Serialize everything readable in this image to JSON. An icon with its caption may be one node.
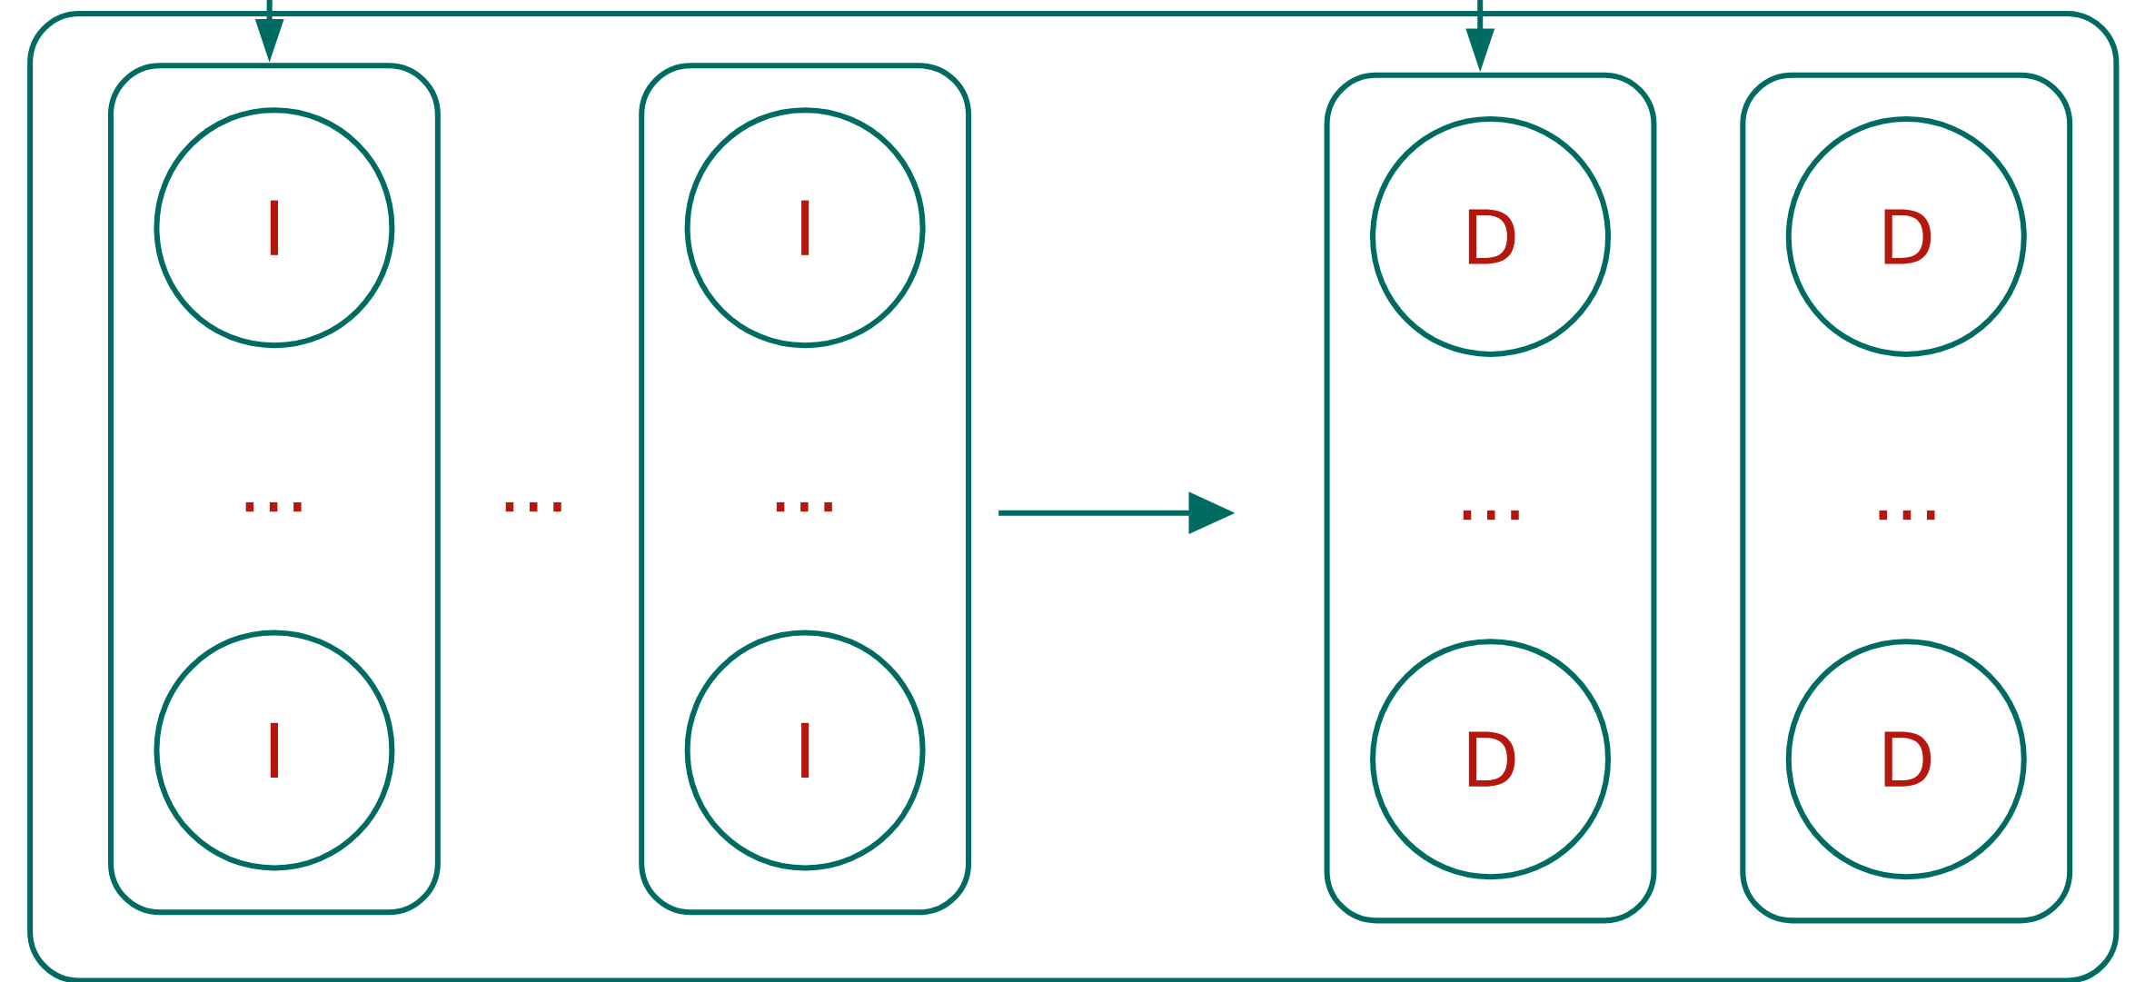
{
  "diagram": {
    "nodes": [
      {
        "text": [],
        "shape": "box"
      },
      {
        "text": [],
        "shape": "box",
        "in": 0
      },
      {
        "text": [
          "I"
        ],
        "in": 1
      },
      {
        "text": [
          "I"
        ],
        "in": 1
      },
      {
        "text": [],
        "shape": "box",
        "in": 0
      },
      {
        "text": [
          "I"
        ],
        "in": 4
      },
      {
        "text": [
          "I"
        ],
        "in": 4
      },
      {
        "text": [],
        "shape": "box",
        "in": 0
      },
      {
        "text": [
          "D"
        ],
        "in": 7
      },
      {
        "text": [
          "D"
        ],
        "in": 7
      },
      {
        "text": [],
        "shape": "box",
        "in": 0
      },
      {
        "text": [
          "D"
        ],
        "in": 10
      },
      {
        "text": [
          "D"
        ],
        "in": 10
      }
    ],
    "edges": [
      {
        "from": null,
        "to": 1,
        "arrow": "to"
      },
      {
        "from": 4,
        "to": 7,
        "arrow": "to"
      },
      {
        "from": null,
        "to": 7,
        "arrow": "to"
      }
    ],
    "labels": [
      "...",
      "...",
      "...",
      "...",
      "..."
    ]
  }
}
